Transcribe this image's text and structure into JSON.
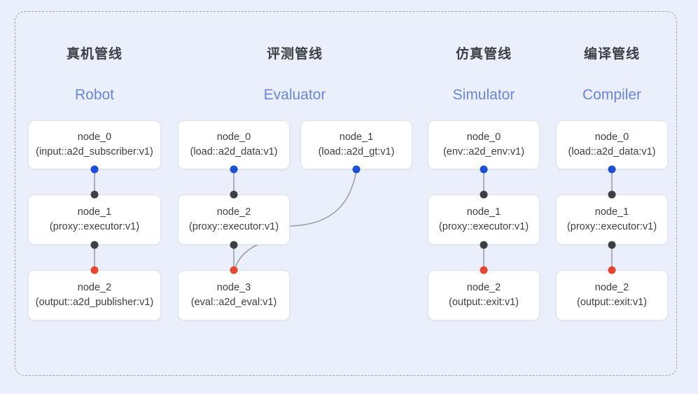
{
  "diagram": {
    "background_color": "#eaeffb",
    "frame_style": "dashed-rounded",
    "frame_color": "#9aa3b2",
    "port_colors": {
      "input": "#1a4fd6",
      "intermediate": "#3c4043",
      "output": "#e8452f"
    },
    "edge_color": "#9aa0a6",
    "title_cn_color": "#3c4043",
    "title_en_color": "#6a87d6"
  },
  "columns": [
    {
      "title_cn": "真机管线",
      "title_en": "Robot",
      "nodes": [
        {
          "id": "node_0",
          "kind": "(input::a2d_subscriber:v1)"
        },
        {
          "id": "node_1",
          "kind": "(proxy::executor:v1)"
        },
        {
          "id": "node_2",
          "kind": "(output::a2d_publisher:v1)"
        }
      ]
    },
    {
      "title_cn": "评测管线",
      "title_en": "Evaluator",
      "nodes": [
        {
          "id": "node_0",
          "kind": "(load::a2d_data:v1)"
        },
        {
          "id": "node_2",
          "kind": "(proxy::executor:v1)"
        },
        {
          "id": "node_3",
          "kind": "(eval::a2d_eval:v1)"
        },
        {
          "id": "node_1",
          "kind": "(load::a2d_gt:v1)"
        }
      ]
    },
    {
      "title_cn": "仿真管线",
      "title_en": "Simulator",
      "nodes": [
        {
          "id": "node_0",
          "kind": "(env::a2d_env:v1)"
        },
        {
          "id": "node_1",
          "kind": "(proxy::executor:v1)"
        },
        {
          "id": "node_2",
          "kind": "(output::exit:v1)"
        }
      ]
    },
    {
      "title_cn": "编译管线",
      "title_en": "Compiler",
      "nodes": [
        {
          "id": "node_0",
          "kind": "(load::a2d_data:v1)"
        },
        {
          "id": "node_1",
          "kind": "(proxy::executor:v1)"
        },
        {
          "id": "node_2",
          "kind": "(output::exit:v1)"
        }
      ]
    }
  ]
}
